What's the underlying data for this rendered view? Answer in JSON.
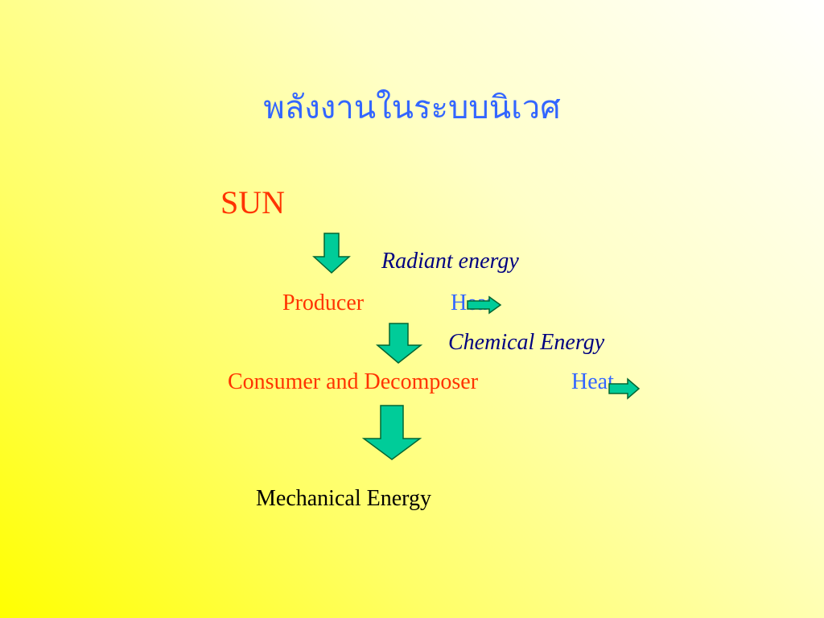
{
  "title": "พลังงานในระบบนิเวศ",
  "nodes": {
    "sun": "SUN",
    "producer": "Producer",
    "consumer": "Consumer and Decomposer",
    "mechanical": "Mechanical Energy"
  },
  "energy_labels": {
    "radiant": "Radiant energy",
    "chemical": "Chemical Energy"
  },
  "heat_labels": {
    "producer_heat": "Heat",
    "consumer_heat": "Heat"
  },
  "colors": {
    "title": "#3366ff",
    "node_red": "#ff3300",
    "energy_label": "#000080",
    "heat": "#3366ff",
    "mechanical": "#000000",
    "arrow_fill": "#00cc99",
    "arrow_stroke": "#006633",
    "background_start": "#ffff00",
    "background_end": "#ffffff"
  }
}
